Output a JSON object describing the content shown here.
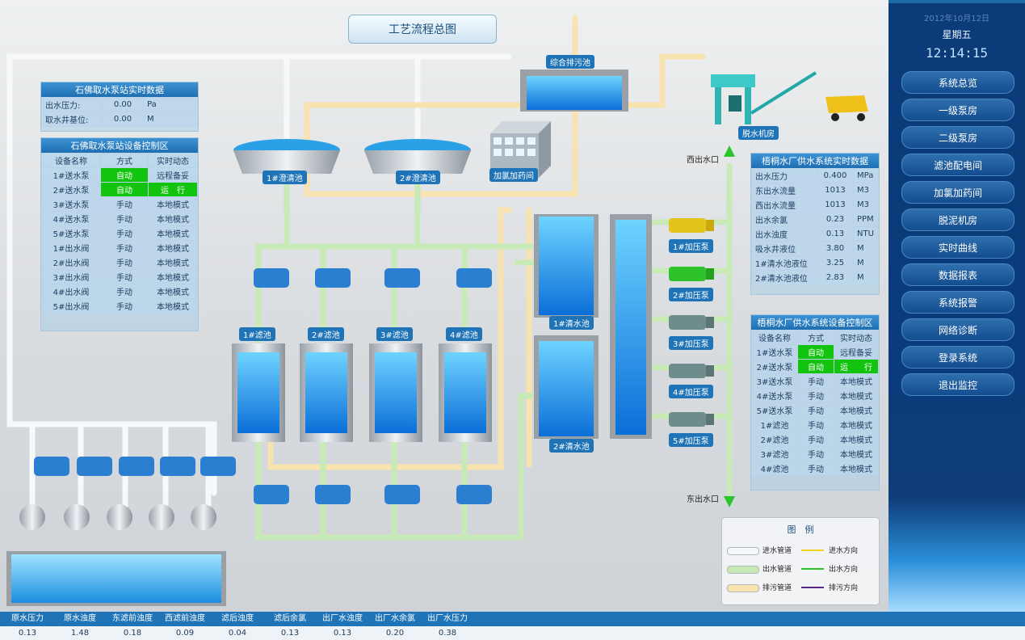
{
  "title": "工艺流程总图",
  "intake_realtime": {
    "title": "石佛取水泵站实时数据",
    "rows": [
      {
        "label": "出水压力:",
        "value": "0.00",
        "unit": "Pa"
      },
      {
        "label": "取水井基位:",
        "value": "0.00",
        "unit": "M"
      }
    ]
  },
  "intake_control": {
    "title": "石佛取水泵站设备控制区",
    "headers": [
      "设备名称",
      "方式",
      "实时动态"
    ],
    "rows": [
      {
        "name": "1#送水泵",
        "mode": "自动",
        "status": "远程备妥",
        "auto": true,
        "run": false
      },
      {
        "name": "2#送水泵",
        "mode": "自动",
        "status": "运　行",
        "auto": true,
        "run": true
      },
      {
        "name": "3#送水泵",
        "mode": "手动",
        "status": "本地模式",
        "auto": false,
        "run": false
      },
      {
        "name": "4#送水泵",
        "mode": "手动",
        "status": "本地模式",
        "auto": false,
        "run": false
      },
      {
        "name": "5#送水泵",
        "mode": "手动",
        "status": "本地模式",
        "auto": false,
        "run": false
      },
      {
        "name": "1#出水阀",
        "mode": "手动",
        "status": "本地模式",
        "auto": false,
        "run": false
      },
      {
        "name": "2#出水阀",
        "mode": "手动",
        "status": "本地模式",
        "auto": false,
        "run": false
      },
      {
        "name": "3#出水阀",
        "mode": "手动",
        "status": "本地模式",
        "auto": false,
        "run": false
      },
      {
        "name": "4#出水阀",
        "mode": "手动",
        "status": "本地模式",
        "auto": false,
        "run": false
      },
      {
        "name": "5#出水阀",
        "mode": "手动",
        "status": "本地模式",
        "auto": false,
        "run": false
      }
    ]
  },
  "plant_realtime": {
    "title": "梧桐水厂供水系统实时数据",
    "rows": [
      {
        "label": "出水压力",
        "value": "0.400",
        "unit": "MPa"
      },
      {
        "label": "东出水流量",
        "value": "1013",
        "unit": "M3"
      },
      {
        "label": "西出水流量",
        "value": "1013",
        "unit": "M3"
      },
      {
        "label": "出水余氯",
        "value": "0.23",
        "unit": "PPM"
      },
      {
        "label": "出水浊度",
        "value": "0.13",
        "unit": "NTU"
      },
      {
        "label": "吸水井液位",
        "value": "3.80",
        "unit": "M"
      },
      {
        "label": "1#清水池液位",
        "value": "3.25",
        "unit": "M"
      },
      {
        "label": "2#清水池液位",
        "value": "2.83",
        "unit": "M"
      }
    ]
  },
  "plant_control": {
    "title": "梧桐水厂供水系统设备控制区",
    "headers": [
      "设备名称",
      "方式",
      "实时动态"
    ],
    "rows": [
      {
        "name": "1#送水泵",
        "mode": "自动",
        "status": "远程备妥",
        "auto": true,
        "run": false
      },
      {
        "name": "2#送水泵",
        "mode": "自动",
        "status": "运　　行",
        "auto": true,
        "run": true
      },
      {
        "name": "3#送水泵",
        "mode": "手动",
        "status": "本地模式",
        "auto": false,
        "run": false
      },
      {
        "name": "4#送水泵",
        "mode": "手动",
        "status": "本地模式",
        "auto": false,
        "run": false
      },
      {
        "name": "5#送水泵",
        "mode": "手动",
        "status": "本地模式",
        "auto": false,
        "run": false
      },
      {
        "name": "1#滤池",
        "mode": "手动",
        "status": "本地模式",
        "auto": false,
        "run": false
      },
      {
        "name": "2#滤池",
        "mode": "手动",
        "status": "本地模式",
        "auto": false,
        "run": false
      },
      {
        "name": "3#滤池",
        "mode": "手动",
        "status": "本地模式",
        "auto": false,
        "run": false
      },
      {
        "name": "4#滤池",
        "mode": "手动",
        "status": "本地模式",
        "auto": false,
        "run": false
      }
    ]
  },
  "labels": {
    "clarifier1": "1#澄清池",
    "clarifier2": "2#澄清池",
    "dosing": "加氯加药间",
    "sludge_pool": "综合排污池",
    "dewater": "脱水机房",
    "filters": [
      "1#滤池",
      "2#滤池",
      "3#滤池",
      "4#滤池"
    ],
    "clear1": "1#清水池",
    "clear2": "2#清水池",
    "boost_pumps": [
      "1#加压泵",
      "2#加压泵",
      "3#加压泵",
      "4#加压泵",
      "5#加压泵"
    ],
    "west_outlet": "西出水口",
    "east_outlet": "东出水口"
  },
  "legend": {
    "title": "图　例",
    "items": [
      {
        "pipe": "进水管道",
        "dir": "进水方向",
        "pipe_color": "#f4f6f8",
        "arrow_color": "#f2d21a"
      },
      {
        "pipe": "出水管道",
        "dir": "出水方向",
        "pipe_color": "#c6e9b4",
        "arrow_color": "#2bc42b"
      },
      {
        "pipe": "排污管道",
        "dir": "排污方向",
        "pipe_color": "#f7e1ad",
        "arrow_color": "#5a2a8a"
      }
    ]
  },
  "sidebar": {
    "date": "2012年10月12日",
    "weekday": "星期五",
    "time": "12:14:15",
    "items": [
      "系统总览",
      "一级泵房",
      "二级泵房",
      "滤池配电间",
      "加氯加药间",
      "脱泥机房",
      "实时曲线",
      "数据报表",
      "系统报警",
      "网络诊断",
      "登录系统",
      "退出监控"
    ]
  },
  "bottom": {
    "headers": [
      "原水压力",
      "原水浊度",
      "东滤前浊度",
      "西滤前浊度",
      "滤后浊度",
      "滤后余氯",
      "出厂水浊度",
      "出厂水余氯",
      "出厂水压力"
    ],
    "values": [
      "0.13",
      "1.48",
      "0.18",
      "0.09",
      "0.04",
      "0.13",
      "0.13",
      "0.20",
      "0.38"
    ]
  },
  "colors": {
    "panel_header": "#1e6fb2",
    "auto_green": "#12c40e",
    "sidebar_bg": "#0b3b78",
    "inlet_pipe": "#f4f6f8",
    "outlet_pipe": "#c6e9b4",
    "sewage_pipe": "#f7e1ad"
  }
}
